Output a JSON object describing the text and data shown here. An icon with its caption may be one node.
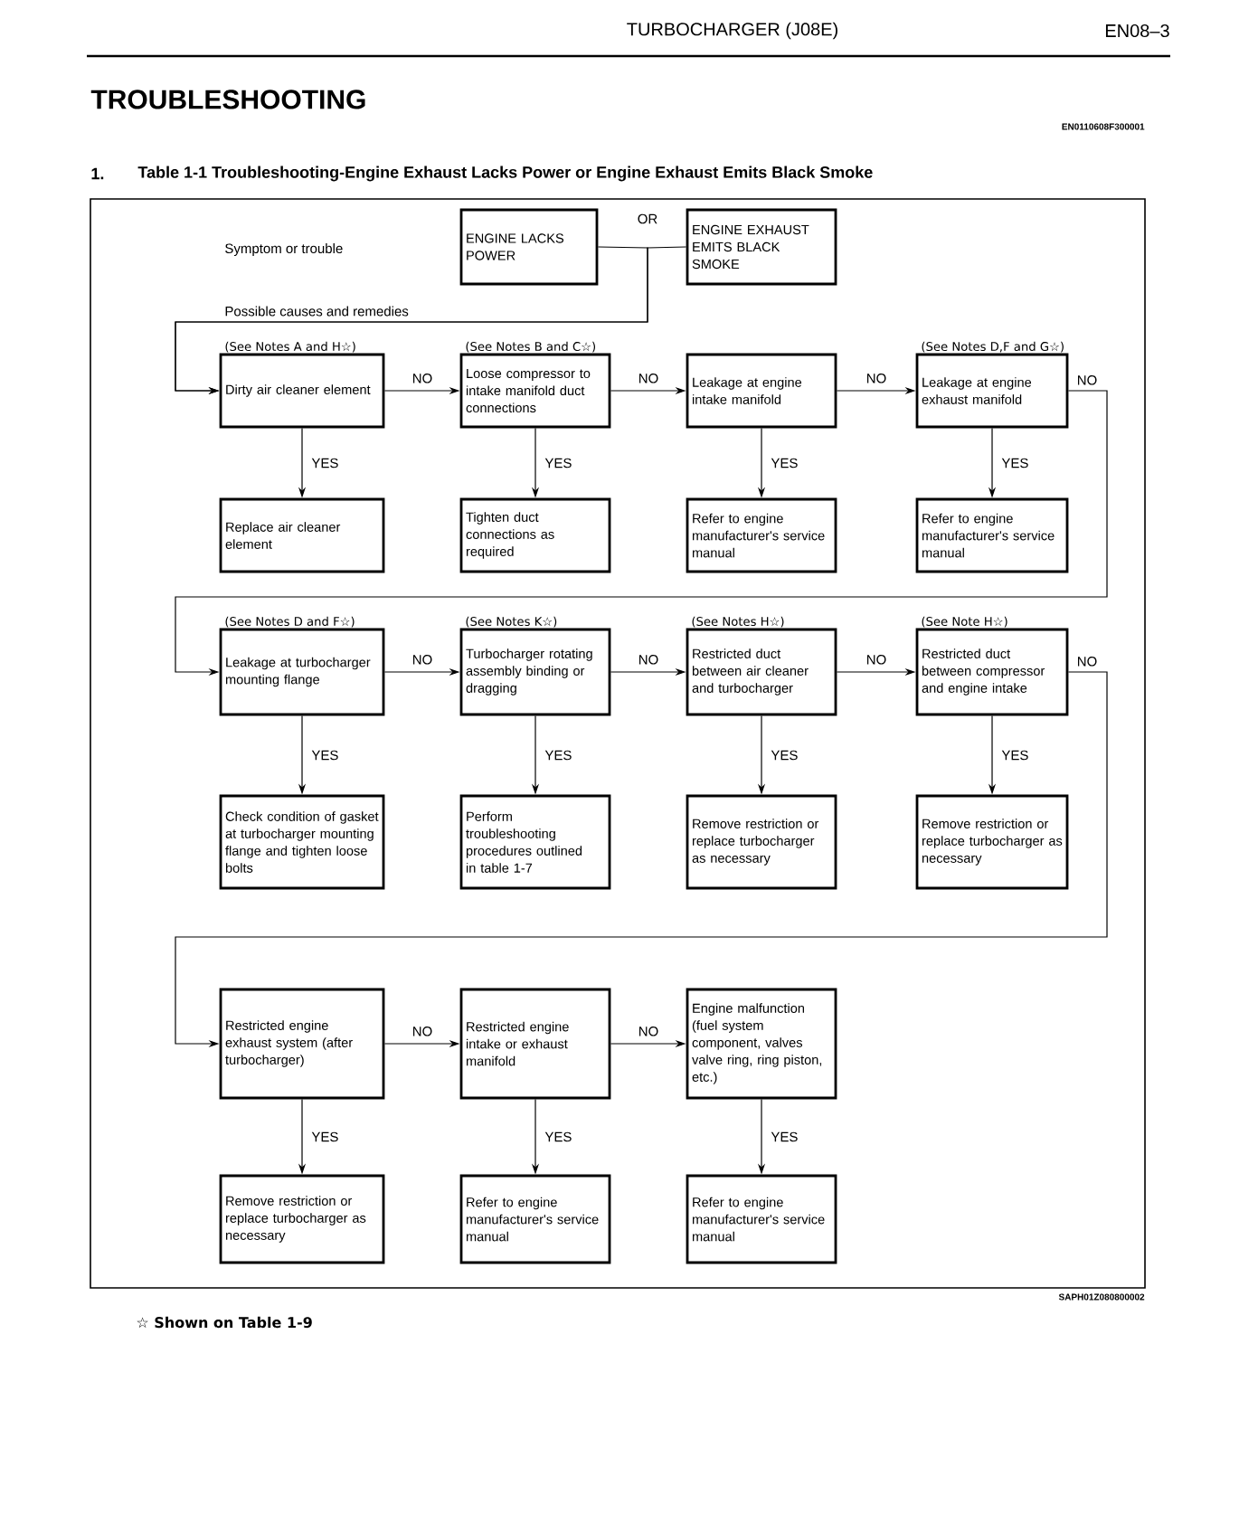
{
  "diagram": {
    "title": "TROUBLESHOOTING",
    "nodes": [
      {
        "text": [
          "ENGINE LACKS POWER"
        ]
      },
      {
        "text": [
          "ENGINE EXHAUST EMITS BLACK SMOKE"
        ]
      },
      {
        "text": [
          "Dirty air cleaner element"
        ],
        "beside": [
          "(See Notes A and H☆)"
        ]
      },
      {
        "text": [
          "Loose compressor to intake manifold duct connections"
        ],
        "beside": [
          "(See Notes B and C☆)"
        ]
      },
      {
        "text": [
          "Leakage at engine intake manifold"
        ]
      },
      {
        "text": [
          "Leakage at engine exhaust manifold"
        ],
        "beside": [
          "(See Notes D,F and G☆)"
        ]
      },
      {
        "text": [
          "Replace air cleaner element"
        ]
      },
      {
        "text": [
          "Tighten duct connections as required"
        ]
      },
      {
        "text": [
          "Refer to engine manufacturer's service manual"
        ]
      },
      {
        "text": [
          "Refer to engine manufacturer's service manual"
        ]
      },
      {
        "text": [
          "Leakage at turbocharger mounting flange"
        ],
        "beside": [
          "(See Notes D and F☆)"
        ]
      },
      {
        "text": [
          "Turbocharger rotating assembly binding or dragging"
        ],
        "beside": [
          "(See Notes K☆)"
        ]
      },
      {
        "text": [
          "Restricted duct between air cleaner and turbocharger"
        ],
        "beside": [
          "(See Notes H☆)"
        ]
      },
      {
        "text": [
          "Restricted duct between compressor and engine intake"
        ],
        "beside": [
          "(See Note H☆)"
        ]
      },
      {
        "text": [
          "Check condition of gasket at turbocharger mounting flange and tighten loose bolts"
        ]
      },
      {
        "text": [
          "Perform troubleshooting procedures outlined in table 1-7"
        ]
      },
      {
        "text": [
          "Remove restriction or replace turbocharger as necessary"
        ]
      },
      {
        "text": [
          "Remove restriction or replace turbocharger as necessary"
        ]
      },
      {
        "text": [
          "Restricted engine exhaust system (after turbocharger)"
        ]
      },
      {
        "text": [
          "Restricted engine intake or exhaust manifold"
        ]
      },
      {
        "text": [
          "Engine malfunction (fuel system component, valves valve ring, ring piston, etc.)"
        ]
      },
      {
        "text": [
          "Remove restriction or replace turbocharger as necessary"
        ]
      },
      {
        "text": [
          "Refer to engine manufacturer's service manual"
        ]
      },
      {
        "text": [
          "Refer to engine manufacturer's service manual"
        ]
      }
    ],
    "edges": [
      {
        "from": 0,
        "to": 2,
        "arrow": "to"
      },
      {
        "from": 1,
        "to": 2,
        "arrow": "to"
      },
      {
        "from": 2,
        "to": 3,
        "arrow": "to",
        "label": "NO"
      },
      {
        "from": 3,
        "to": 4,
        "arrow": "to",
        "label": "NO"
      },
      {
        "from": 4,
        "to": 5,
        "arrow": "to",
        "label": "NO"
      },
      {
        "from": 5,
        "to": 10,
        "arrow": "to",
        "label": "NO"
      },
      {
        "from": 2,
        "to": 6,
        "arrow": "to",
        "label": "YES"
      },
      {
        "from": 3,
        "to": 7,
        "arrow": "to",
        "label": "YES"
      },
      {
        "from": 4,
        "to": 8,
        "arrow": "to",
        "label": "YES"
      },
      {
        "from": 5,
        "to": 9,
        "arrow": "to",
        "label": "YES"
      },
      {
        "from": 10,
        "to": 11,
        "arrow": "to",
        "label": "NO"
      },
      {
        "from": 11,
        "to": 12,
        "arrow": "to",
        "label": "NO"
      },
      {
        "from": 12,
        "to": 13,
        "arrow": "to",
        "label": "NO"
      },
      {
        "from": 13,
        "to": 18,
        "arrow": "to",
        "label": "NO"
      },
      {
        "from": 10,
        "to": 14,
        "arrow": "to",
        "label": "YES"
      },
      {
        "from": 11,
        "to": 15,
        "arrow": "to",
        "label": "YES"
      },
      {
        "from": 12,
        "to": 16,
        "arrow": "to",
        "label": "YES"
      },
      {
        "from": 13,
        "to": 17,
        "arrow": "to",
        "label": "YES"
      },
      {
        "from": 18,
        "to": 19,
        "arrow": "to",
        "label": "NO"
      },
      {
        "from": 19,
        "to": 20,
        "arrow": "to",
        "label": "NO"
      },
      {
        "from": 18,
        "to": 21,
        "arrow": "to",
        "label": "YES"
      },
      {
        "from": 19,
        "to": 22,
        "arrow": "to",
        "label": "YES"
      },
      {
        "from": 20,
        "to": 23,
        "arrow": "to",
        "label": "YES"
      }
    ],
    "labels": [
      "TURBOCHARGER (J08E)",
      "EN08–3",
      "EN0110608F300001",
      "1.",
      "Table 1-1 Troubleshooting-Engine Exhaust Lacks Power or Engine Exhaust Emits Black Smoke",
      "Symptom or trouble",
      "OR",
      "Possible causes and remedies",
      "SAPH01Z080800002",
      "☆ Shown on Table 1-9"
    ]
  }
}
